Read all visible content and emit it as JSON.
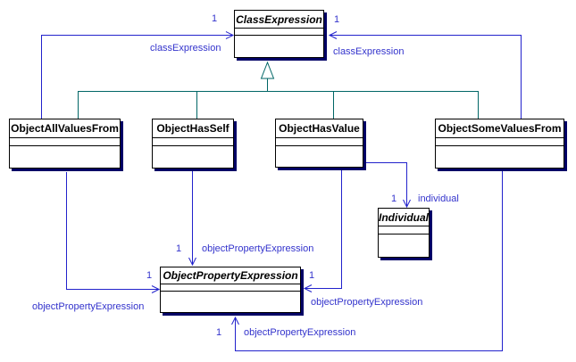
{
  "diagram_type": "uml-class-diagram",
  "colors": {
    "background": "#ffffff",
    "class_border": "#000000",
    "class_fill": "#ffffff",
    "class_shadow": "#000066",
    "association_line": "#2222cc",
    "label_text": "#3333cc",
    "generalization_line": "#006666"
  },
  "classes": {
    "class_expression": {
      "name": "ClassExpression",
      "abstract": true
    },
    "object_all_values_from": {
      "name": "ObjectAllValuesFrom",
      "abstract": false
    },
    "object_has_self": {
      "name": "ObjectHasSelf",
      "abstract": false
    },
    "object_has_value": {
      "name": "ObjectHasValue",
      "abstract": false
    },
    "object_some_values_from": {
      "name": "ObjectSomeValuesFrom",
      "abstract": false
    },
    "individual": {
      "name": "Individual",
      "abstract": true
    },
    "object_property_expression": {
      "name": "ObjectPropertyExpression",
      "abstract": true
    }
  },
  "labels": {
    "ce_left_mult": "1",
    "ce_left_role": "classExpression",
    "ce_right_mult": "1",
    "ce_right_role": "classExpression",
    "ind_mult": "1",
    "ind_role": "individual",
    "ope_top_mult": "1",
    "ope_top_role": "objectPropertyExpression",
    "ope_left_mult": "1",
    "ope_left_role": "objectPropertyExpression",
    "ope_right_mult": "1",
    "ope_right_role": "objectPropertyExpression",
    "ope_bottom_mult": "1",
    "ope_bottom_role": "objectPropertyExpression"
  },
  "edges": [
    {
      "type": "generalization",
      "parent": "ClassExpression",
      "children": [
        "ObjectAllValuesFrom",
        "ObjectHasSelf",
        "ObjectHasValue",
        "ObjectSomeValuesFrom"
      ]
    },
    {
      "type": "association",
      "from": "ObjectAllValuesFrom",
      "to": "ClassExpression",
      "role": "classExpression",
      "multiplicity": "1"
    },
    {
      "type": "association",
      "from": "ObjectSomeValuesFrom",
      "to": "ClassExpression",
      "role": "classExpression",
      "multiplicity": "1"
    },
    {
      "type": "association",
      "from": "ObjectHasValue",
      "to": "Individual",
      "role": "individual",
      "multiplicity": "1"
    },
    {
      "type": "association",
      "from": "ObjectHasSelf",
      "to": "ObjectPropertyExpression",
      "role": "objectPropertyExpression",
      "multiplicity": "1"
    },
    {
      "type": "association",
      "from": "ObjectAllValuesFrom",
      "to": "ObjectPropertyExpression",
      "role": "objectPropertyExpression",
      "multiplicity": "1"
    },
    {
      "type": "association",
      "from": "ObjectHasValue",
      "to": "ObjectPropertyExpression",
      "role": "objectPropertyExpression",
      "multiplicity": "1"
    },
    {
      "type": "association",
      "from": "ObjectSomeValuesFrom",
      "to": "ObjectPropertyExpression",
      "role": "objectPropertyExpression",
      "multiplicity": "1"
    }
  ]
}
